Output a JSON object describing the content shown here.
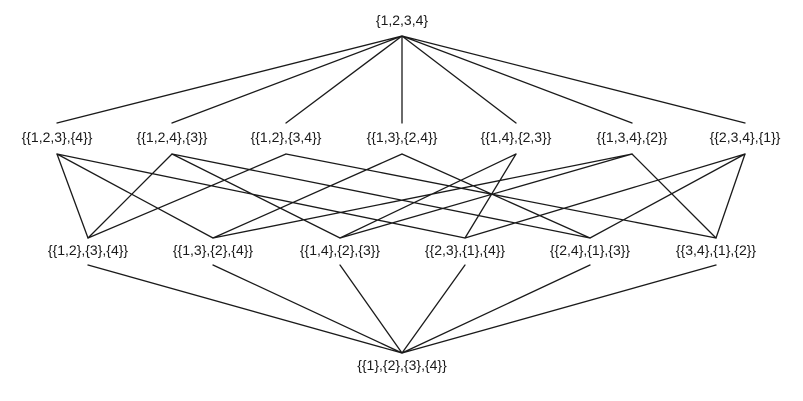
{
  "diagram": {
    "levels": [
      [
        "{1,2,3,4}"
      ],
      [
        "{{1,2,3},{4}}",
        "{{1,2,4},{3}}",
        "{{1,2},{3,4}}",
        "{{1,3},{2,4}}",
        "{{1,4},{2,3}}",
        "{{1,3,4},{2}}",
        "{{2,3,4},{1}}"
      ],
      [
        "{{1,2},{3},{4}}",
        "{{1,3},{2},{4}}",
        "{{1,4},{2},{3}}",
        "{{2,3},{1},{4}}",
        "{{2,4},{1},{3}}",
        "{{3,4},{1},{2}}"
      ],
      [
        "{{1},{2},{3},{4}}"
      ]
    ],
    "edges": [
      [
        [
          0,
          0
        ],
        [
          1,
          0
        ]
      ],
      [
        [
          0,
          0
        ],
        [
          1,
          1
        ]
      ],
      [
        [
          0,
          0
        ],
        [
          1,
          2
        ]
      ],
      [
        [
          0,
          0
        ],
        [
          1,
          3
        ]
      ],
      [
        [
          0,
          0
        ],
        [
          1,
          4
        ]
      ],
      [
        [
          0,
          0
        ],
        [
          1,
          5
        ]
      ],
      [
        [
          0,
          0
        ],
        [
          1,
          6
        ]
      ],
      [
        [
          1,
          0
        ],
        [
          2,
          0
        ]
      ],
      [
        [
          1,
          0
        ],
        [
          2,
          1
        ]
      ],
      [
        [
          1,
          0
        ],
        [
          2,
          3
        ]
      ],
      [
        [
          1,
          1
        ],
        [
          2,
          0
        ]
      ],
      [
        [
          1,
          1
        ],
        [
          2,
          2
        ]
      ],
      [
        [
          1,
          1
        ],
        [
          2,
          4
        ]
      ],
      [
        [
          1,
          2
        ],
        [
          2,
          0
        ]
      ],
      [
        [
          1,
          2
        ],
        [
          2,
          5
        ]
      ],
      [
        [
          1,
          3
        ],
        [
          2,
          1
        ]
      ],
      [
        [
          1,
          3
        ],
        [
          2,
          4
        ]
      ],
      [
        [
          1,
          4
        ],
        [
          2,
          2
        ]
      ],
      [
        [
          1,
          4
        ],
        [
          2,
          3
        ]
      ],
      [
        [
          1,
          5
        ],
        [
          2,
          1
        ]
      ],
      [
        [
          1,
          5
        ],
        [
          2,
          2
        ]
      ],
      [
        [
          1,
          5
        ],
        [
          2,
          5
        ]
      ],
      [
        [
          1,
          6
        ],
        [
          2,
          3
        ]
      ],
      [
        [
          1,
          6
        ],
        [
          2,
          4
        ]
      ],
      [
        [
          1,
          6
        ],
        [
          2,
          5
        ]
      ],
      [
        [
          2,
          0
        ],
        [
          3,
          0
        ]
      ],
      [
        [
          2,
          1
        ],
        [
          3,
          0
        ]
      ],
      [
        [
          2,
          2
        ],
        [
          3,
          0
        ]
      ],
      [
        [
          2,
          3
        ],
        [
          3,
          0
        ]
      ],
      [
        [
          2,
          4
        ],
        [
          3,
          0
        ]
      ],
      [
        [
          2,
          5
        ],
        [
          3,
          0
        ]
      ]
    ]
  }
}
